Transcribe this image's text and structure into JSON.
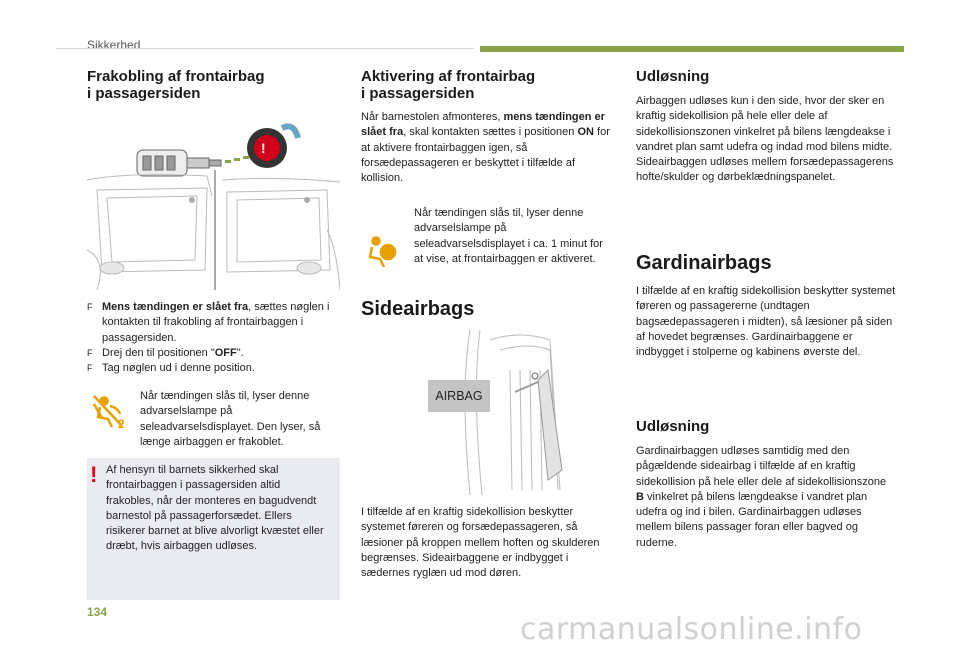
{
  "header": {
    "section": "Sikkerhed"
  },
  "col1": {
    "title_line1": "Frakobling af frontairbag",
    "title_line2": "i passagersiden",
    "bullet1_bold": "Mens tændingen er slået fra",
    "bullet1_rest": ", sættes nøglen i kontakten til frakobling af frontairbaggen i passagersiden.",
    "bullet2_pre": "Drej den til positionen \"",
    "bullet2_bold": "OFF",
    "bullet2_post": "\".",
    "bullet3": "Tag nøglen ud i denne position.",
    "note": "Når tændingen slås til, lyser denne advarselslampe på seleadvarselsdisplayet. Den lyser, så længe airbaggen er frakoblet.",
    "warning": "Af hensyn til barnets sikkerhed skal frontairbaggen i passagersiden altid frakobles, når der monteres en bagudvendt barnestol på passagerforsædet. Ellers risikerer barnet at blive alvorligt kvæstet eller dræbt, hvis airbaggen udløses.",
    "bullet_mark": "F",
    "warning_mark": "!"
  },
  "col2": {
    "title_line1": "Aktivering af frontairbag",
    "title_line2": "i passagersiden",
    "para_pre": "Når barnestolen afmonteres, ",
    "para_bold1": "mens tændingen er slået fra",
    "para_mid": ", skal kontakten sættes i positionen ",
    "para_bold2": "ON",
    "para_post": " for at aktivere frontairbaggen igen, så forsædepassageren er beskyttet i tilfælde af kollision.",
    "note": "Når tændingen slås til, lyser denne advarselslampe på seleadvarselsdisplayet i ca. 1 minut for at vise, at frontairbaggen er aktiveret.",
    "side_title": "Sideairbags",
    "airbag_label": "AIRBAG",
    "side_text": "I tilfælde af en kraftig sidekollision beskytter systemet føreren og forsædepassageren, så læsioner på kroppen mellem hoften og skulderen begrænses. Sideairbaggene er indbygget i sædernes ryglæn ud mod døren."
  },
  "col3": {
    "title1": "Udløsning",
    "text1": "Airbaggen udløses kun i den side, hvor der sker en kraftig sidekollision på hele eller dele af sidekollisionszonen vinkelret på bilens længdeakse i vandret plan samt udefra og indad mod bilens midte. Sideairbaggen udløses mellem forsædepassagerens hofte/skulder og dørbeklædningspanelet.",
    "title2": "Gardinairbags",
    "text2": "I tilfælde af en kraftig sidekollision beskytter systemet føreren og passagererne (undtagen bagsædepassageren i midten), så læsioner på siden af hovedet begrænses. Gardinairbaggene er indbygget i stolperne og kabinens øverste del.",
    "title3": "Udløsning",
    "text3_pre": "Gardinairbaggen udløses samtidig med den pågældende sideairbag i tilfælde af en kraftig sidekollision på hele eller dele af sidekollisionszone ",
    "text3_bold": "B",
    "text3_post": " vinkelret på bilens længdeakse i vandret plan udefra og ind i bilen. Gardinairbaggen udløses mellem bilens passager foran eller bagved og ruderne."
  },
  "footer": {
    "page": "134",
    "watermark": "carmanualsonline.info"
  },
  "colors": {
    "accent": "#8aa349",
    "warning": "#e3001b",
    "icon": "#e8a000",
    "box": "#e9ebee"
  }
}
